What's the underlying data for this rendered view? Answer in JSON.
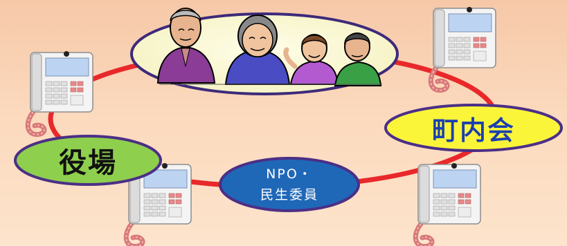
{
  "nodes": {
    "yakuba": "役場",
    "chonaikai": "町内会",
    "npo_line1": "NPO・",
    "npo_line2": "民生委員"
  },
  "icons": [
    "telephone-icon",
    "elderly-residents-illustration"
  ],
  "colors": {
    "background": "#f8d2b4",
    "ring": "#e8282a",
    "yakuba_fill": "#8fcf4e",
    "chonaikai_fill": "#fbf53a",
    "npo_fill": "#1f68b8",
    "ellipse_border": "#3d2a7a",
    "phone_body": "#f2f2f2",
    "phone_screen": "#bcd4f2",
    "phone_cord": "#d87878"
  }
}
